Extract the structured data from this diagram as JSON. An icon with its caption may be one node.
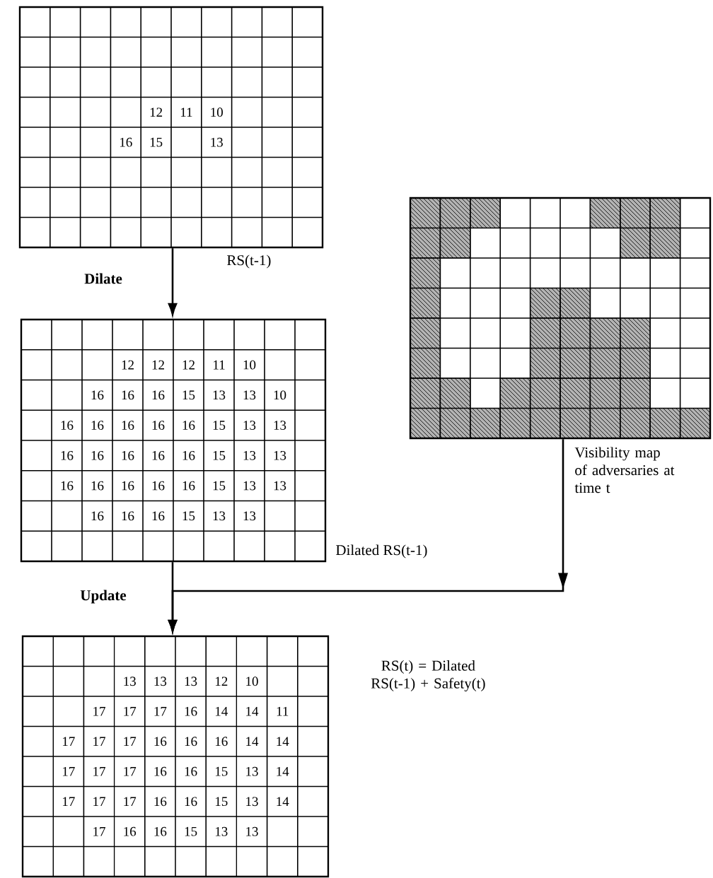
{
  "diagram": {
    "nodes": [
      {
        "text": [
          "12",
          "11",
          "10",
          "16",
          "15",
          "13"
        ],
        "beside": [
          "RS(t-1)"
        ]
      },
      {
        "text": [
          "12",
          "12",
          "12",
          "11",
          "10",
          "16",
          "16",
          "16",
          "15",
          "13",
          "13",
          "10",
          "16",
          "16",
          "16",
          "16",
          "16",
          "15",
          "13",
          "13",
          "16",
          "16",
          "16",
          "16",
          "16",
          "15",
          "13",
          "13",
          "16",
          "16",
          "16",
          "16",
          "16",
          "15",
          "13",
          "13",
          "16",
          "16",
          "16",
          "15",
          "13",
          "13"
        ],
        "beside": [
          "Dilated RS(t-1)"
        ]
      },
      {
        "text": [],
        "shape": "grid",
        "beside": [
          "Visibility map of adversaries at time t"
        ]
      },
      {
        "text": [
          "13",
          "13",
          "13",
          "12",
          "10",
          "17",
          "17",
          "17",
          "16",
          "14",
          "14",
          "11",
          "17",
          "17",
          "17",
          "16",
          "16",
          "16",
          "14",
          "14",
          "17",
          "17",
          "17",
          "16",
          "16",
          "15",
          "13",
          "14",
          "17",
          "17",
          "17",
          "16",
          "16",
          "15",
          "13",
          "14",
          "17",
          "16",
          "16",
          "15",
          "13",
          "13"
        ],
        "beside": [
          "RS(t) = Dilated RS(t-1) + Safety(t)"
        ]
      }
    ],
    "edges": [
      {
        "from": 0,
        "to": 1,
        "arrow": "to",
        "label": "Dilate"
      },
      {
        "from": 1,
        "to": 3,
        "arrow": "to",
        "label": "Update"
      },
      {
        "from": 2,
        "to": 3,
        "arrow": "to"
      }
    ]
  }
}
